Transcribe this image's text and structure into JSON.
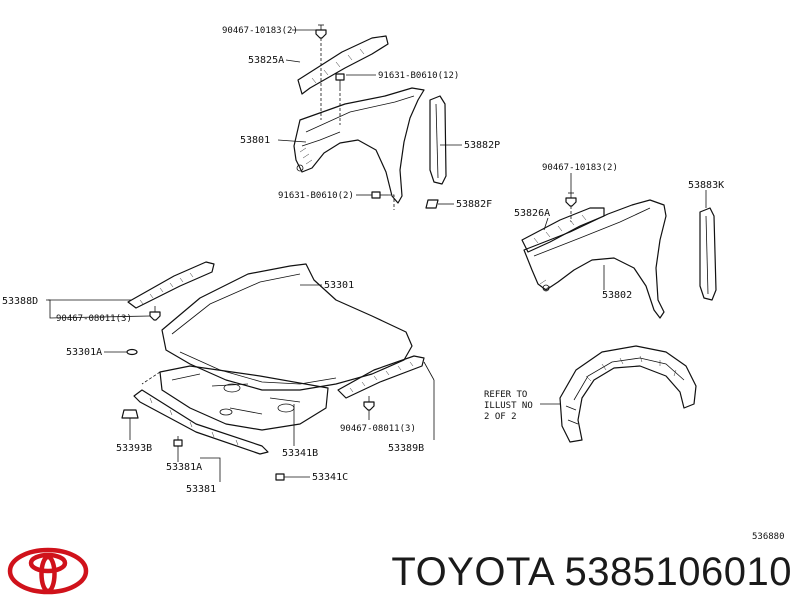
{
  "labels": {
    "p90467_10183_top": "90467-10183(2)",
    "p53825A": "53825A",
    "p91631_B0610_12": "91631-B0610(12)",
    "p53801": "53801",
    "p53882P": "53882P",
    "p91631_B0610_2": "91631-B0610(2)",
    "p53882F": "53882F",
    "p90467_10183_right": "90467-10183(2)",
    "p53883K": "53883K",
    "p53826A": "53826A",
    "p53802": "53802",
    "p53388D": "53388D",
    "p53301": "53301",
    "p90467_08011_left": "90467-08011(3)",
    "p53301A": "53301A",
    "p90467_08011_right": "90467-08011(3)",
    "p53393B": "53393B",
    "p53341B": "53341B",
    "p53389B": "53389B",
    "p53381A": "53381A",
    "p53381": "53381",
    "p53341C": "53341C",
    "p536880": "536880"
  },
  "note_lines": [
    "REFER TO",
    "ILLUST NO",
    "2 OF 2"
  ],
  "footer": {
    "brand_text": "TOYOTA 5385106010"
  },
  "colors": {
    "logo": "#d0121b",
    "line": "#111111"
  }
}
